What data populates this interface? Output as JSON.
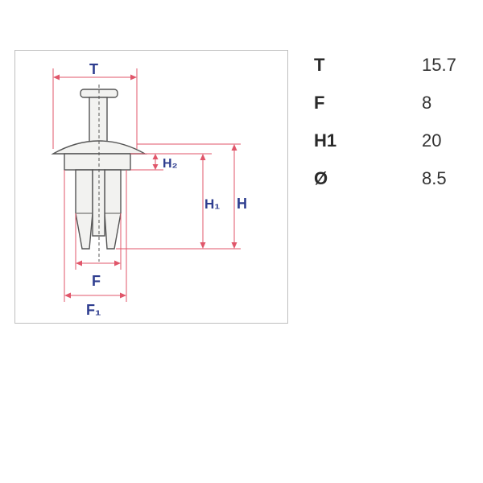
{
  "diagram": {
    "labels": {
      "t": "T",
      "h2": "H₂",
      "h1": "H₁",
      "h": "H",
      "f": "F",
      "f1": "F₁"
    },
    "colors": {
      "dimension": "#e0566a",
      "label": "#2e3d8f",
      "outline": "#555555",
      "part_fill": "#f2f2f0"
    }
  },
  "specs": [
    {
      "key": "T",
      "value": "15.7"
    },
    {
      "key": "F",
      "value": "8"
    },
    {
      "key": "H1",
      "value": "20"
    },
    {
      "key": "Ø",
      "value": "8.5"
    }
  ]
}
